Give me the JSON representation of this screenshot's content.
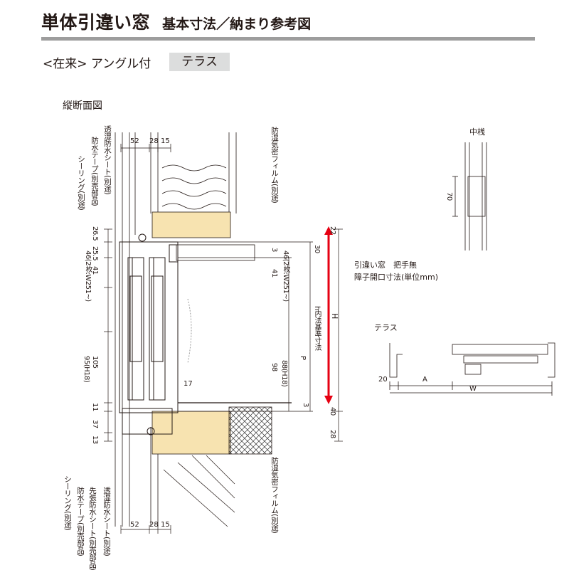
{
  "header": {
    "title": "単体引違い窓",
    "subtitle": "基本寸法／納まり参考図"
  },
  "subheader": {
    "frame_type": "<在来> アングル付",
    "variant_tag": "テラス"
  },
  "section_view": {
    "label": "縦断面図",
    "top_dims": [
      "52",
      "28",
      "15"
    ],
    "bottom_dims": [
      "52",
      "28",
      "15"
    ],
    "left_dims": [
      "26.5",
      "25.5",
      "41",
      "46(2枚:W251~)",
      "105",
      "95(H18)",
      "11",
      "37",
      "13"
    ],
    "right_dims": [
      "22",
      "30",
      "3",
      "41",
      "46(2枚:W251~)",
      "98",
      "88(H18)",
      "P",
      "h内法基準寸法",
      "H",
      "3",
      "40",
      "28"
    ],
    "inner_dim": "17",
    "top_callouts": [
      "シーリング(別途)",
      "防水テープ(別売部品)",
      "透湿防水シート(別途)",
      "防湿気密フィルム(別途)"
    ],
    "bottom_callouts": [
      "シーリング(別途)",
      "防水テープ(別売部品)",
      "先張防水シート(別売部品)",
      "透湿防水シート(別途)",
      "防湿気密フィルム(別途)"
    ]
  },
  "opening_note": {
    "line1": "引違い窓　把手無",
    "line2": "障子開口寸法(単位mm)"
  },
  "mullion_view": {
    "label": "中桟",
    "dim": "70"
  },
  "terrace_view": {
    "label": "テラス",
    "dims": [
      "20",
      "A",
      "W"
    ]
  },
  "colors": {
    "wood": "#f7e3b0",
    "rule": "#9d9d9d",
    "tag_bg": "#dcdddd",
    "arrow": "#e60012",
    "line": "#231815"
  }
}
